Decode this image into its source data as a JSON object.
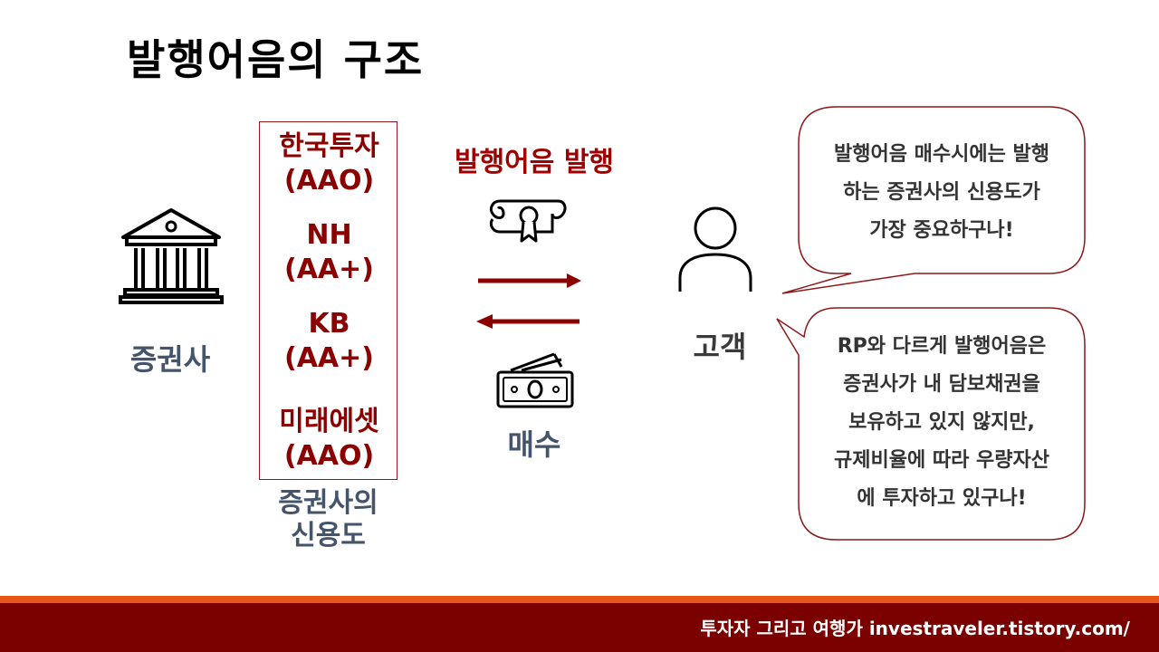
{
  "title": "발행어음의 구조",
  "bank": {
    "label": "증권사",
    "icon": "bank-building-icon"
  },
  "ratings": [
    {
      "name": "한국투자",
      "grade": "(AAO)"
    },
    {
      "name": "NH",
      "grade": "(AA+)"
    },
    {
      "name": "KB",
      "grade": "(AA+)"
    },
    {
      "name": "미래에셋",
      "grade": "(AAO)"
    }
  ],
  "rating_caption": {
    "line1": "증권사의",
    "line2": "신용도"
  },
  "issue_label": "발행어음 발행",
  "certificate_icon": "certificate-scroll-icon",
  "money_icon": "banknotes-icon",
  "buy_label": "매수",
  "customer": {
    "label": "고객",
    "icon": "person-icon"
  },
  "bubble1": {
    "lines": [
      "발행어음 매수시에는 발행",
      "하는 증권사의 신용도가",
      "가장 중요하구나!"
    ]
  },
  "bubble2": {
    "lines": [
      "RP와 다르게 발행어음은",
      "증권사가 내 담보채권을",
      "보유하고 있지 않지만,",
      "규제비율에 따라 우량자산",
      "에 투자하고 있구나!"
    ]
  },
  "footer": {
    "text": "투자자 그리고 여행가 investraveler.tistory.com/"
  },
  "colors": {
    "accent_red": "#a00000",
    "dark_red": "#7b0000",
    "slate": "#44546a",
    "orange": "#e8571a"
  }
}
